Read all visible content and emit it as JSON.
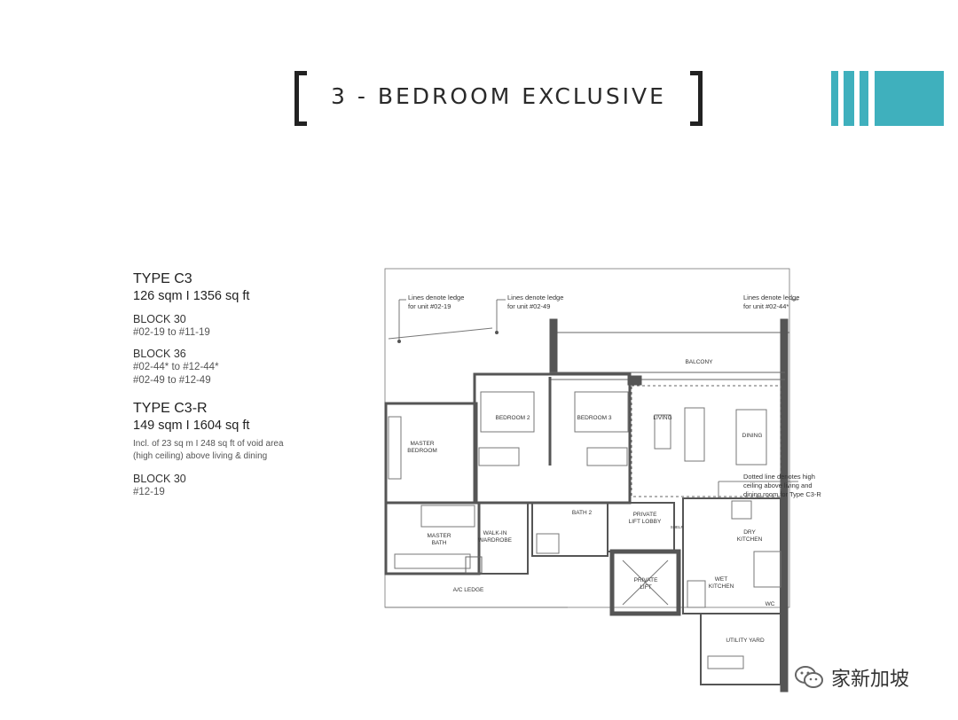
{
  "header": {
    "title": "3 - BEDROOM EXCLUSIVE",
    "accent_color": "#3fb0bd"
  },
  "specs": {
    "type1": {
      "title": "TYPE C3",
      "area": "126 sqm I 1356 sq ft",
      "blocks": [
        {
          "title": "BLOCK 30",
          "ranges": [
            "#02-19 to #11-19"
          ]
        },
        {
          "title": "BLOCK 36",
          "ranges": [
            "#02-44* to #12-44*",
            "#02-49 to #12-49"
          ]
        }
      ]
    },
    "type2": {
      "title": "TYPE C3-R",
      "area": "149 sqm I 1604 sq ft",
      "note_line1": "Incl. of 23 sq m I 248 sq ft of void area",
      "note_line2": "(high ceiling) above living & dining",
      "blocks": [
        {
          "title": "BLOCK 30",
          "ranges": [
            "#12-19"
          ]
        }
      ]
    }
  },
  "plan": {
    "annotations": {
      "ledge_1_line1": "Lines denote ledge",
      "ledge_1_line2": "for unit #02-19",
      "ledge_2_line1": "Lines denote ledge",
      "ledge_2_line2": "for unit #02-49",
      "ledge_3_line1": "Lines denote ledge",
      "ledge_3_line2": "for unit #02-44*",
      "dotted_line1": "Dotted line denotes high",
      "dotted_line2": "ceiling above living and",
      "dotted_line3": "dining room for Type C3-R"
    },
    "rooms": {
      "balcony": "BALCONY",
      "bedroom2": "BEDROOM 2",
      "bedroom3": "BEDROOM 3",
      "living": "LIVING",
      "dining": "DINING",
      "master_bedroom_1": "MASTER",
      "master_bedroom_2": "BEDROOM",
      "bath2": "BATH 2",
      "private_lobby_1": "PRIVATE",
      "private_lobby_2": "LIFT LOBBY",
      "dry_kitchen_1": "DRY",
      "dry_kitchen_2": "KITCHEN",
      "master_bath_1": "MASTER",
      "master_bath_2": "BATH",
      "walkin_1": "WALK-IN",
      "walkin_2": "WARDROBE",
      "private_lift_1": "PRIVATE",
      "private_lift_2": "LIFT",
      "wet_kitchen_1": "WET",
      "wet_kitchen_2": "KITCHEN",
      "wc": "WC",
      "ac_ledge": "A/C LEDGE",
      "utility_yard": "UTILITY YARD",
      "shelf": "SHELF"
    }
  },
  "watermark": {
    "text": "家新加坡",
    "icon": "wechat-icon"
  }
}
